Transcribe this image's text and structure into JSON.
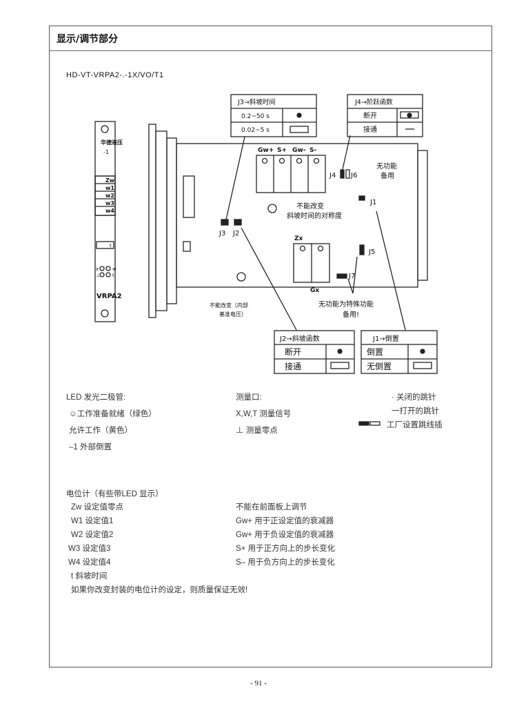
{
  "header": {
    "title": "显示/调节部分"
  },
  "model": "HD-VT-VRPA2-.-1X/VO/T1",
  "panel": {
    "brand": "华德液压",
    "lock_label": "-1",
    "pots": [
      "Zw",
      "w1",
      "w2",
      "w3",
      "w4"
    ],
    "t_label": "t",
    "meas_x": "x",
    "meas_w": "w",
    "meas_t": "t",
    "meas_gnd": "⊥",
    "name": "VRPA2"
  },
  "board": {
    "pot_labels": [
      "Gw+",
      "S+",
      "Gw-",
      "S-"
    ],
    "zx": "Zx",
    "gx": "Gx",
    "j4": "J4",
    "j6": "J6",
    "j1": "J1",
    "j3": "J3",
    "j2": "J2",
    "j5": "J5",
    "j7": "J7",
    "note_nofunc": [
      "无功能",
      "备用"
    ],
    "note_symmetry": [
      "不能改变",
      "斜坡时间的对称度"
    ],
    "note_ref": [
      "不能改变（内部",
      "基准电压）"
    ],
    "note_special": [
      "无功能为特殊功能",
      "备用!"
    ]
  },
  "tables": {
    "j3": {
      "title": "J3→斜坡时间",
      "rows": [
        "0.2~50 s",
        "0.02~5 s"
      ]
    },
    "j4": {
      "title": "J4→阶跃函数",
      "rows": [
        "断开",
        "接通"
      ]
    },
    "j2": {
      "title": "J2→斜坡函数",
      "rows": [
        "断开",
        "接通"
      ]
    },
    "j1": {
      "title": "J1→倒置",
      "rows": [
        "倒置",
        "无倒置"
      ]
    }
  },
  "legend": {
    "led": "LED 发光二极管:",
    "ready": "☺工作准备就绪（绿色）",
    "enable": "允许工作（黄色）",
    "ext_inv": "–1 外部倒置",
    "meas": "测量口:",
    "meas_sig": "X,W,T 测量信号",
    "meas_zero": "⊥ 测量零点",
    "closed": "· 关闭的跳针",
    "open": "一打开的跳针",
    "factory": "工厂设置跳线插"
  },
  "pot_section": {
    "title": "电位计（有些带LED 显示）",
    "left": [
      "Zw 设定值零点",
      "W1 设定值1",
      "W2 设定值2",
      "W3 设定值3",
      "W4 设定值4",
      "t   斜坡时间"
    ],
    "right": [
      "不能在前面板上调节",
      "Gw+ 用于正设定值的衰减器",
      "Gw+ 用于负设定值的衰减器",
      "S+ 用于正方向上的步长变化",
      "S– 用于负方向上的步长变化"
    ],
    "warning": "如果你改变封装的电位计的设定，则质量保证无效!"
  },
  "page": "- 91 -"
}
